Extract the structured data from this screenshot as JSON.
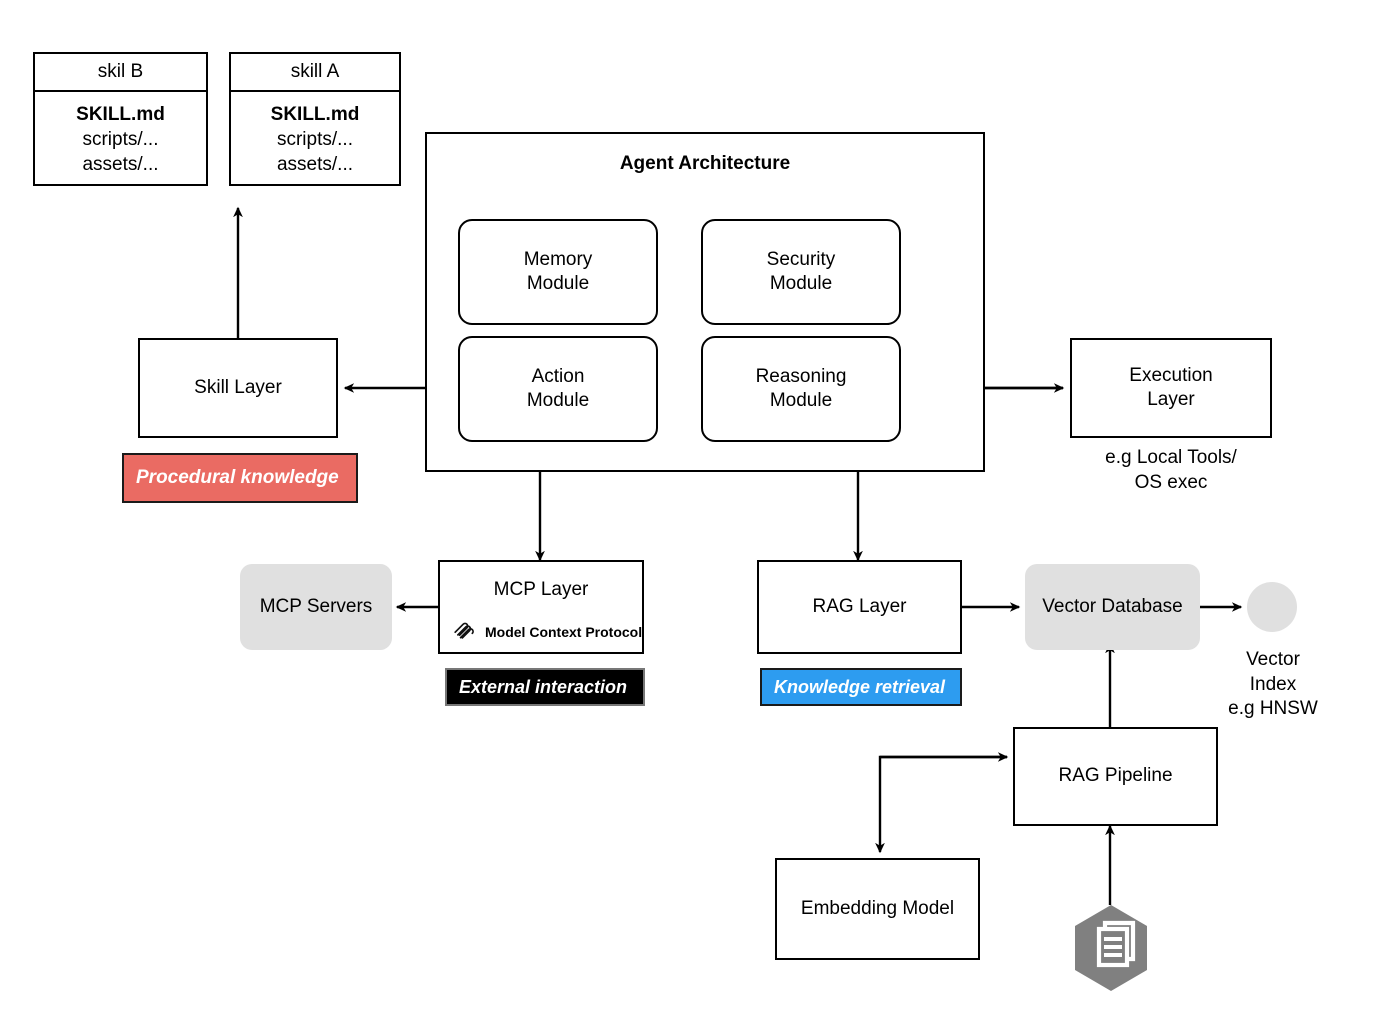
{
  "diagram": {
    "title": "Agent Architecture",
    "skill_cards": [
      {
        "header": "skil B",
        "lines": [
          "SKILL.md",
          "scripts/...",
          "assets/..."
        ]
      },
      {
        "header": "skill A",
        "lines": [
          "SKILL.md",
          "scripts/...",
          "assets/..."
        ]
      }
    ],
    "agent_modules": [
      {
        "line1": "Memory",
        "line2": "Module"
      },
      {
        "line1": "Security",
        "line2": "Module"
      },
      {
        "line1": "Action",
        "line2": "Module"
      },
      {
        "line1": "Reasoning",
        "line2": "Module"
      }
    ],
    "nodes": {
      "skill_layer": "Skill Layer",
      "execution_layer_l1": "Execution",
      "execution_layer_l2": "Layer",
      "execution_caption_l1": "e.g Local Tools/",
      "execution_caption_l2": "OS exec",
      "mcp_servers": "MCP Servers",
      "mcp_layer": "MCP Layer",
      "mcp_protocol": "Model Context Protocol",
      "rag_layer": "RAG Layer",
      "vector_database": "Vector Database",
      "vector_index_l1": "Vector",
      "vector_index_l2": "Index",
      "vector_index_l3": "e.g HNSW",
      "rag_pipeline": "RAG Pipeline",
      "embedding_model": "Embedding Model"
    },
    "badges": [
      {
        "label": "Procedural knowledge",
        "color": "#ea6b63",
        "text_color": "#ffffff"
      },
      {
        "label": "External interaction",
        "color": "#000000",
        "text_color": "#ffffff"
      },
      {
        "label": "Knowledge retrieval",
        "color": "#2d9cf0",
        "text_color": "#ffffff"
      }
    ],
    "icons": {
      "mcp_logo": "mcp-logo-icon",
      "documents_hexagon": "documents-hexagon-icon",
      "vector_index_circle": "vector-index-circle-icon"
    },
    "colors": {
      "stroke": "#000000",
      "gray_fill": "#e0e0e0",
      "hex_gray": "#808080",
      "red_badge": "#ea6b63",
      "blue_badge": "#2d9cf0",
      "background": "#ffffff"
    }
  }
}
